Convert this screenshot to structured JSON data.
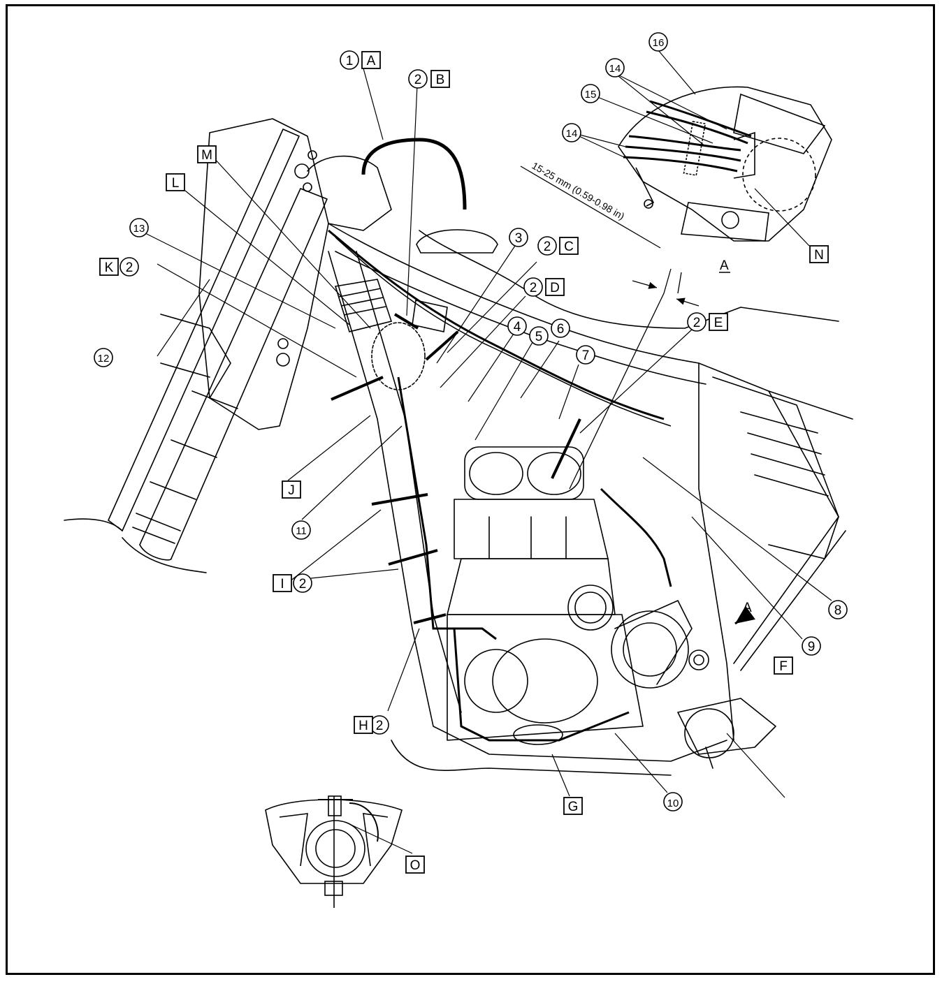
{
  "callouts": {
    "n1": "1",
    "n2": "2",
    "n3": "3",
    "n4": "4",
    "n5": "5",
    "n6": "6",
    "n7": "7",
    "n8": "8",
    "n9": "9",
    "n10": "10",
    "n11": "11",
    "n12": "12",
    "n13": "13",
    "n14": "14",
    "n15": "15",
    "n16": "16"
  },
  "letters": {
    "A": "A",
    "B": "B",
    "C": "C",
    "D": "D",
    "E": "E",
    "F": "F",
    "G": "G",
    "H": "H",
    "I": "I",
    "J": "J",
    "K": "K",
    "L": "L",
    "M": "M",
    "N": "N",
    "O": "O"
  },
  "view_label": "A",
  "view_arrow_label": "A",
  "dimension_text": "15-25 mm (0.59-0.98 in)",
  "colors": {
    "line": "#000000",
    "background": "#ffffff"
  }
}
